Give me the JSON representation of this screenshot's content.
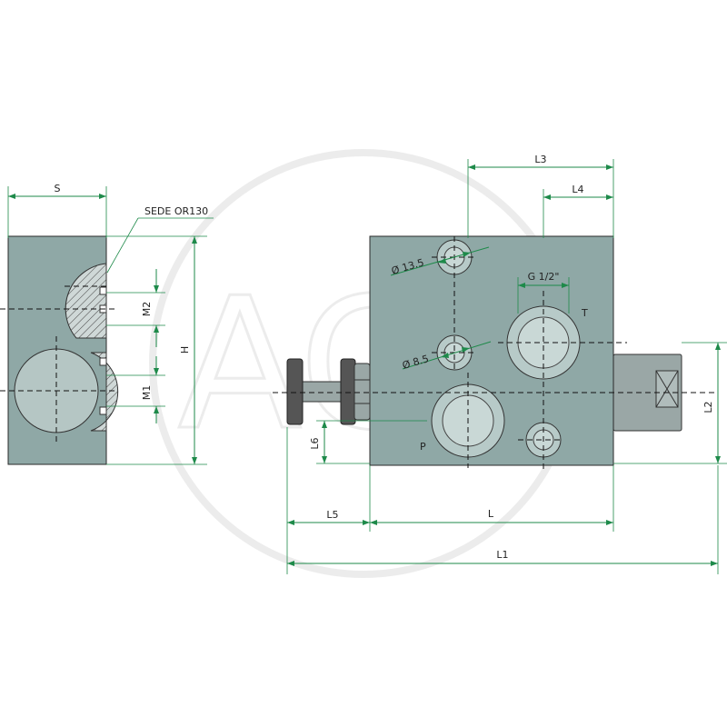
{
  "watermark": {
    "text": "AGP"
  },
  "labels": {
    "s": "S",
    "sede": "SEDE OR130",
    "m2": "M2",
    "m1": "M1",
    "h": "H",
    "l3": "L3",
    "l4": "L4",
    "d135": "Ø 13.5",
    "g12": "G 1/2\"",
    "t": "T",
    "d85": "Ø 8.5",
    "p": "P",
    "l2": "L2",
    "l6": "L6",
    "l5": "L5",
    "l": "L",
    "l1": "L1"
  }
}
